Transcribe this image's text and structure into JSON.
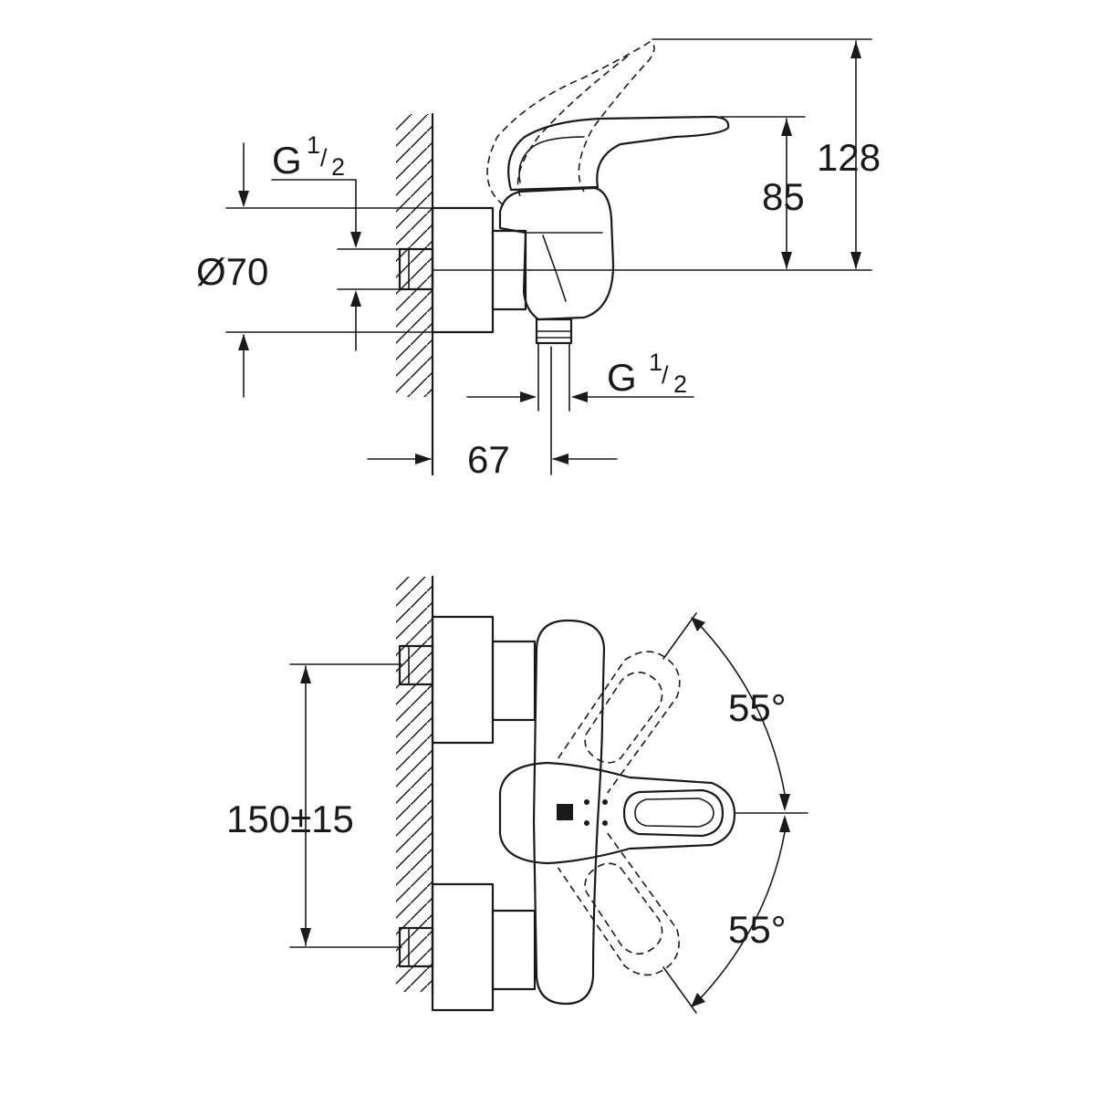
{
  "side_view": {
    "thread_top_letter": "G",
    "thread_top_num": "1",
    "thread_top_den": "2",
    "diameter": "Ø70",
    "height_total": "128",
    "height_axis": "85",
    "thread_bottom_letter": "G",
    "thread_bottom_num": "1",
    "thread_bottom_den": "2",
    "projection": "67"
  },
  "front_view": {
    "centre_distance": "150±15",
    "angle_up": "55°",
    "angle_down": "55°"
  }
}
